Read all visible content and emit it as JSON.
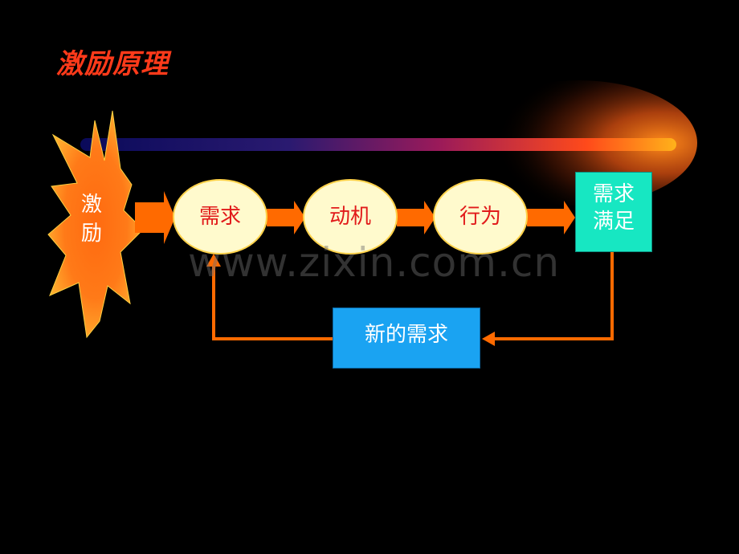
{
  "title": "激励原理",
  "stimulus": {
    "line1": "激",
    "line2": "励"
  },
  "nodes": [
    "需求",
    "动机",
    "行为"
  ],
  "satisfied": {
    "line1": "需求",
    "line2": "满足"
  },
  "new_need": "新的需求",
  "watermark": "www.zixin.com.cn",
  "colors": {
    "background": "#000000",
    "title": "#ff3a1a",
    "arrow": "#ff6a00",
    "oval": "#fffacd",
    "oval_text": "#e11a1a",
    "satisfied_box": "#17e7c2",
    "new_need_box": "#1aa3f2"
  }
}
